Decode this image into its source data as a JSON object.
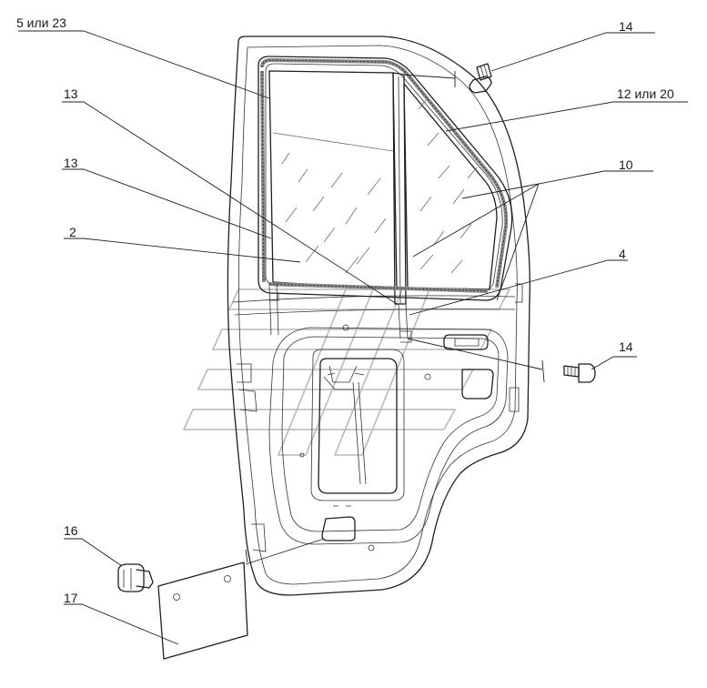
{
  "labels": {
    "l5": "5 или 23",
    "l14a": "14",
    "l12": "12 или 20",
    "l13a": "13",
    "l13b": "13",
    "l10": "10",
    "l2": "2",
    "l4": "4",
    "l14b": "14",
    "l16": "16",
    "l17": "17"
  },
  "colors": {
    "line": "#1f1f1f",
    "background": "#ffffff",
    "watermark": "#b9b9b9",
    "seal_fill": "#8a8a8a"
  }
}
